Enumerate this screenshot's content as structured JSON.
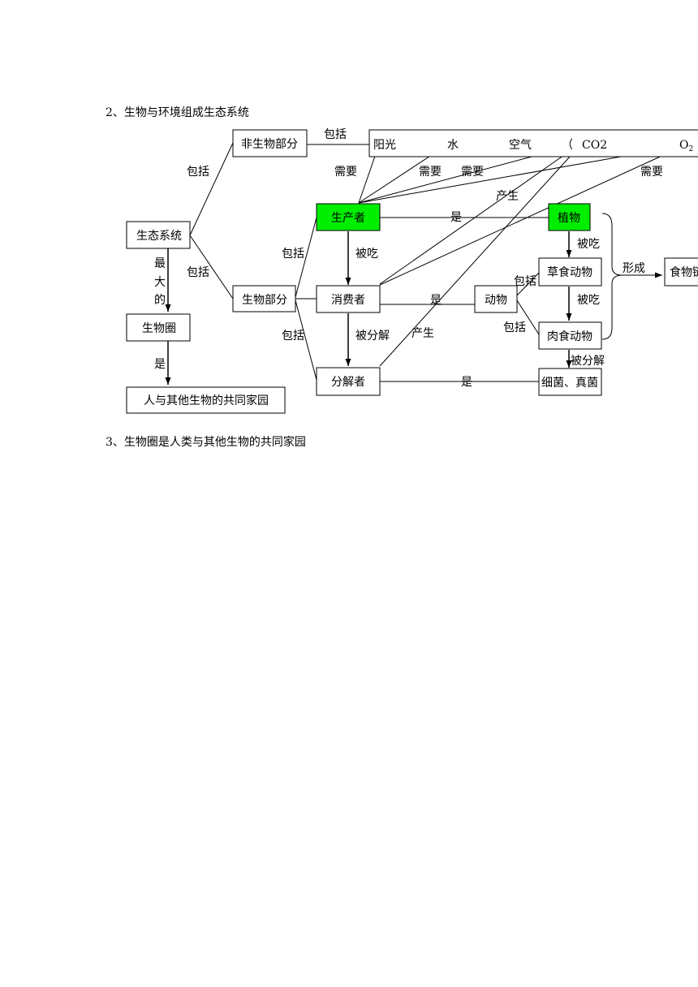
{
  "headings": {
    "section2": "2、生物与环境组成生态系统",
    "section3": "3、生物圈是人类与其他生物的共同家园"
  },
  "nodes": {
    "ecosystem": "生态系统",
    "nonliving": "非生物部分",
    "living": "生物部分",
    "biosphere": "生物圈",
    "home": "人与其他生物的共同家园",
    "producer": "生产者",
    "consumer": "消费者",
    "decomposer": "分解者",
    "plant": "植物",
    "animal": "动物",
    "herbivore": "草食动物",
    "carnivore": "肉食动物",
    "bacteria": "细菌、真菌",
    "foodchain": "食物链",
    "sunlight": "阳光",
    "water": "水",
    "air": "空气",
    "air_paren": "（",
    "co2": "CO2",
    "o2_base": "O",
    "o2_sub": "2"
  },
  "edge_labels": {
    "include_nonliving": "包括",
    "include_living": "包括",
    "include_top": "包括",
    "include_producer": "包括",
    "include_decomposer": "包括",
    "include_herbivore": "包括",
    "include_carnivore": "包括",
    "largest_1": "最",
    "largest_2": "大",
    "largest_3": "的",
    "is_home": "是",
    "need_1": "需要",
    "need_2": "需要",
    "need_3": "需要",
    "need_4": "需要",
    "produce_1": "产生",
    "produce_2": "产生",
    "is_plant": "是",
    "is_animal": "是",
    "is_bacteria": "是",
    "eaten_1": "被吃",
    "eaten_2": "被吃",
    "eaten_3": "被吃",
    "decomposed_1": "被分解",
    "decomposed_2": "被分解",
    "form": "形成"
  }
}
